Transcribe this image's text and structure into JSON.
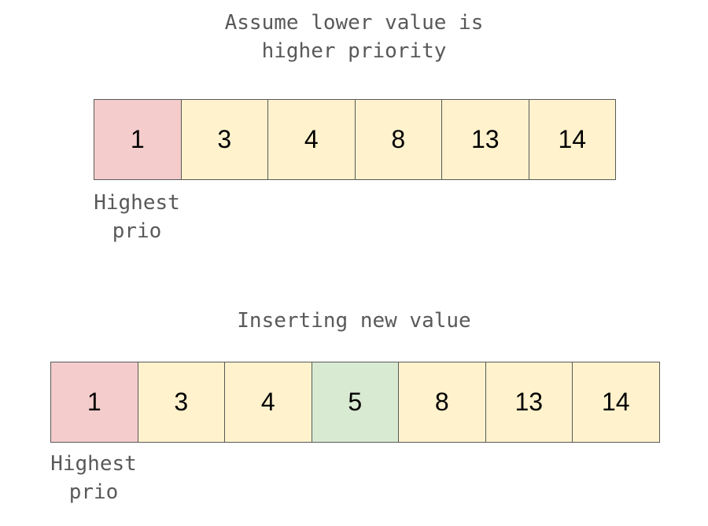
{
  "colors": {
    "highest": "#f4cccc",
    "normal": "#fff2cc",
    "inserted": "#d9ead3",
    "border": "#595959",
    "label_text": "#595959"
  },
  "top_section": {
    "title": "Assume lower value is\nhigher priority",
    "cells": [
      {
        "value": "1",
        "state": "highest"
      },
      {
        "value": "3",
        "state": "normal"
      },
      {
        "value": "4",
        "state": "normal"
      },
      {
        "value": "8",
        "state": "normal"
      },
      {
        "value": "13",
        "state": "normal"
      },
      {
        "value": "14",
        "state": "normal"
      }
    ],
    "label": "Highest\nprio"
  },
  "bottom_section": {
    "title": "Inserting new value",
    "cells": [
      {
        "value": "1",
        "state": "highest"
      },
      {
        "value": "3",
        "state": "normal"
      },
      {
        "value": "4",
        "state": "normal"
      },
      {
        "value": "5",
        "state": "inserted"
      },
      {
        "value": "8",
        "state": "normal"
      },
      {
        "value": "13",
        "state": "normal"
      },
      {
        "value": "14",
        "state": "normal"
      }
    ],
    "label": "Highest\nprio"
  }
}
